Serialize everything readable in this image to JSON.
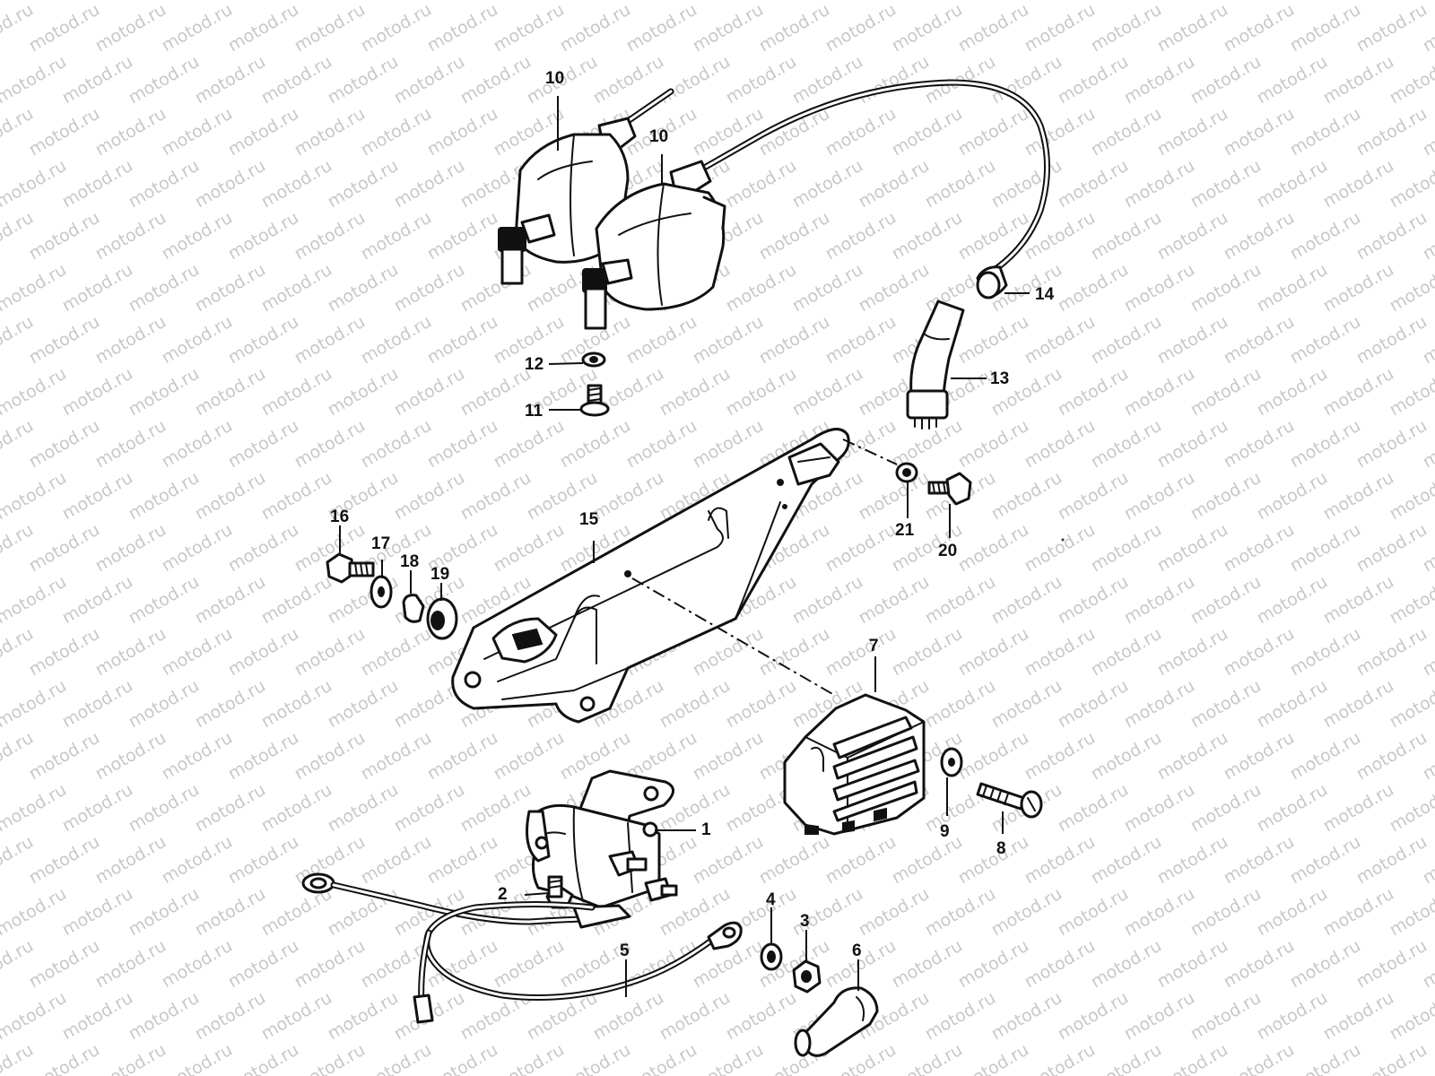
{
  "watermark": {
    "text": "motod.ru",
    "color": "#c8c8c8"
  },
  "callouts": [
    {
      "id": "callout-10a",
      "label": "10"
    },
    {
      "id": "callout-10b",
      "label": "10"
    },
    {
      "id": "callout-12",
      "label": "12"
    },
    {
      "id": "callout-11",
      "label": "11"
    },
    {
      "id": "callout-14",
      "label": "14"
    },
    {
      "id": "callout-13",
      "label": "13"
    },
    {
      "id": "callout-16",
      "label": "16"
    },
    {
      "id": "callout-17",
      "label": "17"
    },
    {
      "id": "callout-15",
      "label": "15"
    },
    {
      "id": "callout-18",
      "label": "18"
    },
    {
      "id": "callout-19",
      "label": "19"
    },
    {
      "id": "callout-21",
      "label": "21"
    },
    {
      "id": "callout-20",
      "label": "20"
    },
    {
      "id": "callout-7",
      "label": "7"
    },
    {
      "id": "callout-1",
      "label": "1"
    },
    {
      "id": "callout-9",
      "label": "9"
    },
    {
      "id": "callout-8",
      "label": "8"
    },
    {
      "id": "callout-2",
      "label": "2"
    },
    {
      "id": "callout-4",
      "label": "4"
    },
    {
      "id": "callout-3",
      "label": "3"
    },
    {
      "id": "callout-6",
      "label": "6"
    },
    {
      "id": "callout-5",
      "label": "5"
    }
  ]
}
